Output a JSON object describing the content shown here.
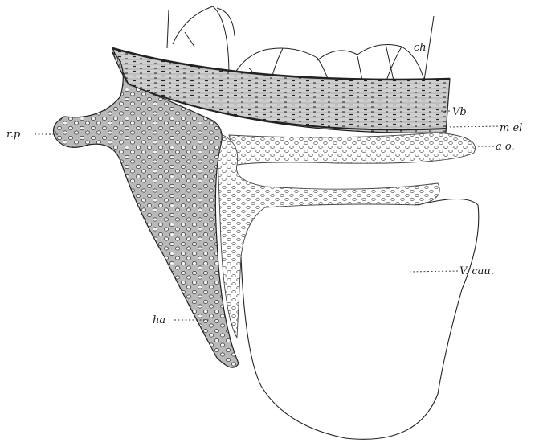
{
  "labels": {
    "ch": "ch",
    "vb": "Vb",
    "mel": "m el",
    "ao": "a o.",
    "rp": "r.p",
    "vcau": "V. cau.",
    "ha": "ha"
  },
  "colors": {
    "ink": "#222222",
    "tissue": "#9a9a9a",
    "paper": "#ffffff"
  }
}
